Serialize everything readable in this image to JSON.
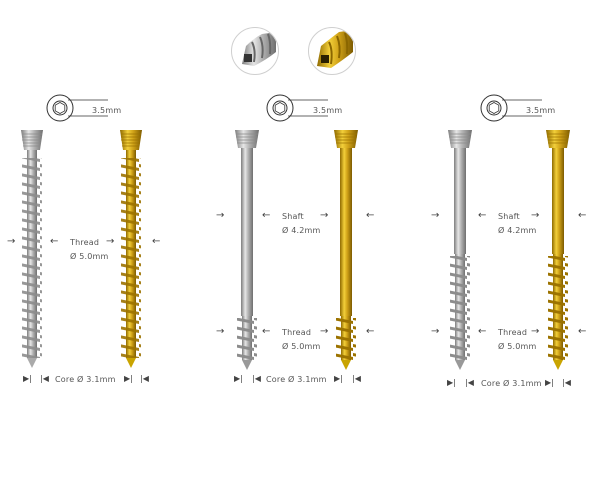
{
  "detail_circles": [
    {
      "name": "silver-tip-detail",
      "color": "#9a9a9a"
    },
    {
      "name": "gold-tip-detail",
      "color": "#c9a400"
    }
  ],
  "colors": {
    "silver": "#b8b8b8",
    "silver_dark": "#8a8a8a",
    "gold": "#d4a017",
    "gold_dark": "#a87c00",
    "text": "#555555"
  },
  "groups": [
    {
      "id": "fully-threaded",
      "hex": {
        "size": "3.5mm"
      },
      "thread": {
        "title": "Thread",
        "diameter": "Ø 5.0mm"
      },
      "core": {
        "label": "Core Ø 3.1mm"
      }
    },
    {
      "id": "short-thread",
      "hex": {
        "size": "3.5mm"
      },
      "shaft": {
        "title": "Shaft",
        "diameter": "Ø 4.2mm"
      },
      "thread": {
        "title": "Thread",
        "diameter": "Ø 5.0mm"
      },
      "core": {
        "label": "Core Ø 3.1mm"
      }
    },
    {
      "id": "long-thread",
      "hex": {
        "size": "3.5mm"
      },
      "shaft": {
        "title": "Shaft",
        "diameter": "Ø 4.2mm"
      },
      "thread": {
        "title": "Thread",
        "diameter": "Ø 5.0mm"
      },
      "core": {
        "label": "Core Ø 3.1mm"
      }
    }
  ],
  "glyphs": {
    "arrow_right": "→",
    "arrow_left": "←",
    "core_left": "▶|",
    "core_right": "|◀"
  }
}
